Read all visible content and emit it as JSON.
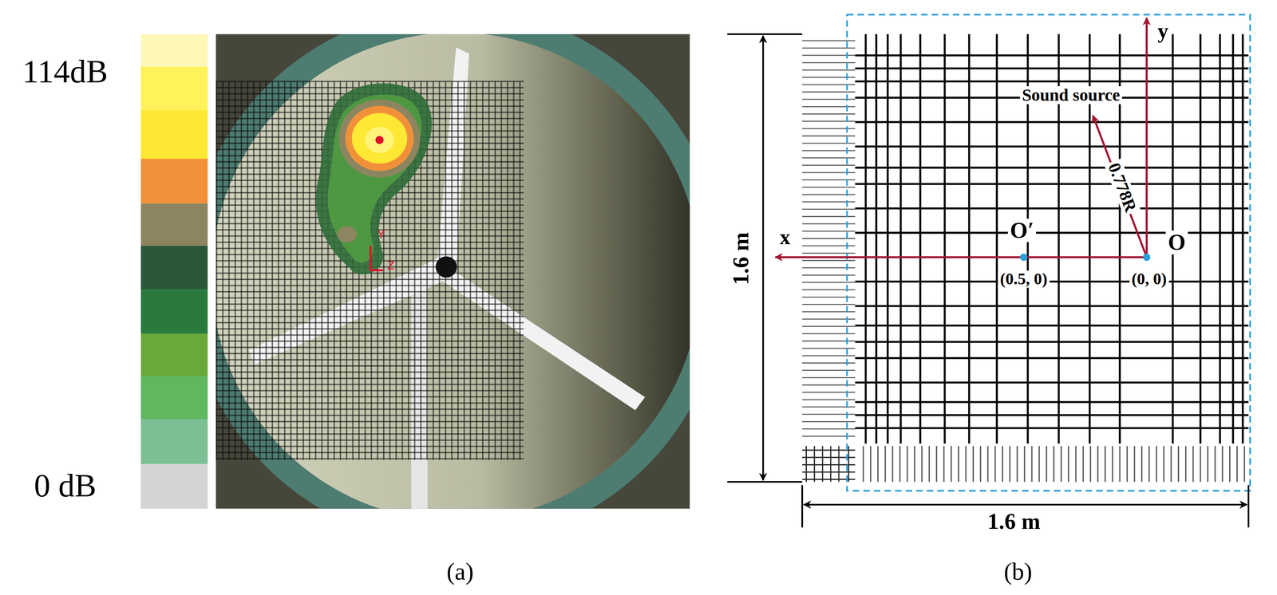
{
  "diagram": {
    "labels": [
      "114dB",
      "0 dB",
      "Y",
      "Z",
      "(a)",
      "(b)",
      "y",
      "x",
      "Sound source",
      "0.778R",
      "O′",
      "O",
      "(0.5, 0)",
      "(0, 0)",
      "1.6 m",
      "1.6 m"
    ]
  }
}
